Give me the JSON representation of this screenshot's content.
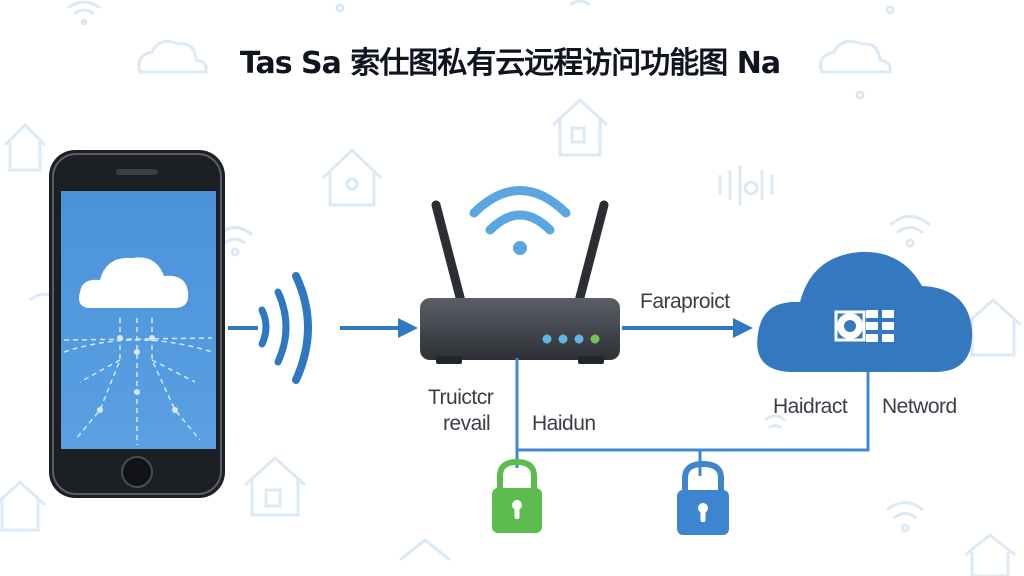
{
  "title": "Tas Sa 索仕图私有云远程访问功能图 Na",
  "labels": {
    "arrow_top": "Faraproict",
    "router_left_line1": "Truictcr",
    "router_left_line2": "revail",
    "router_bottom": "Haidun",
    "cloud_left": "Haidract",
    "cloud_right": "Netword"
  },
  "colors": {
    "accent_blue": "#2f79c1",
    "light_blue": "#6aaee0",
    "phone_screen": "#4d95dc",
    "router_body": "#3b3f45",
    "lock_green": "#5cbc4e",
    "lock_blue": "#3d86cf",
    "cloud_blue": "#3479bf"
  },
  "icons": [
    "smartphone-icon",
    "wifi-signal-icon",
    "router-icon",
    "cloud-icon",
    "lock-icon",
    "house-icon"
  ]
}
